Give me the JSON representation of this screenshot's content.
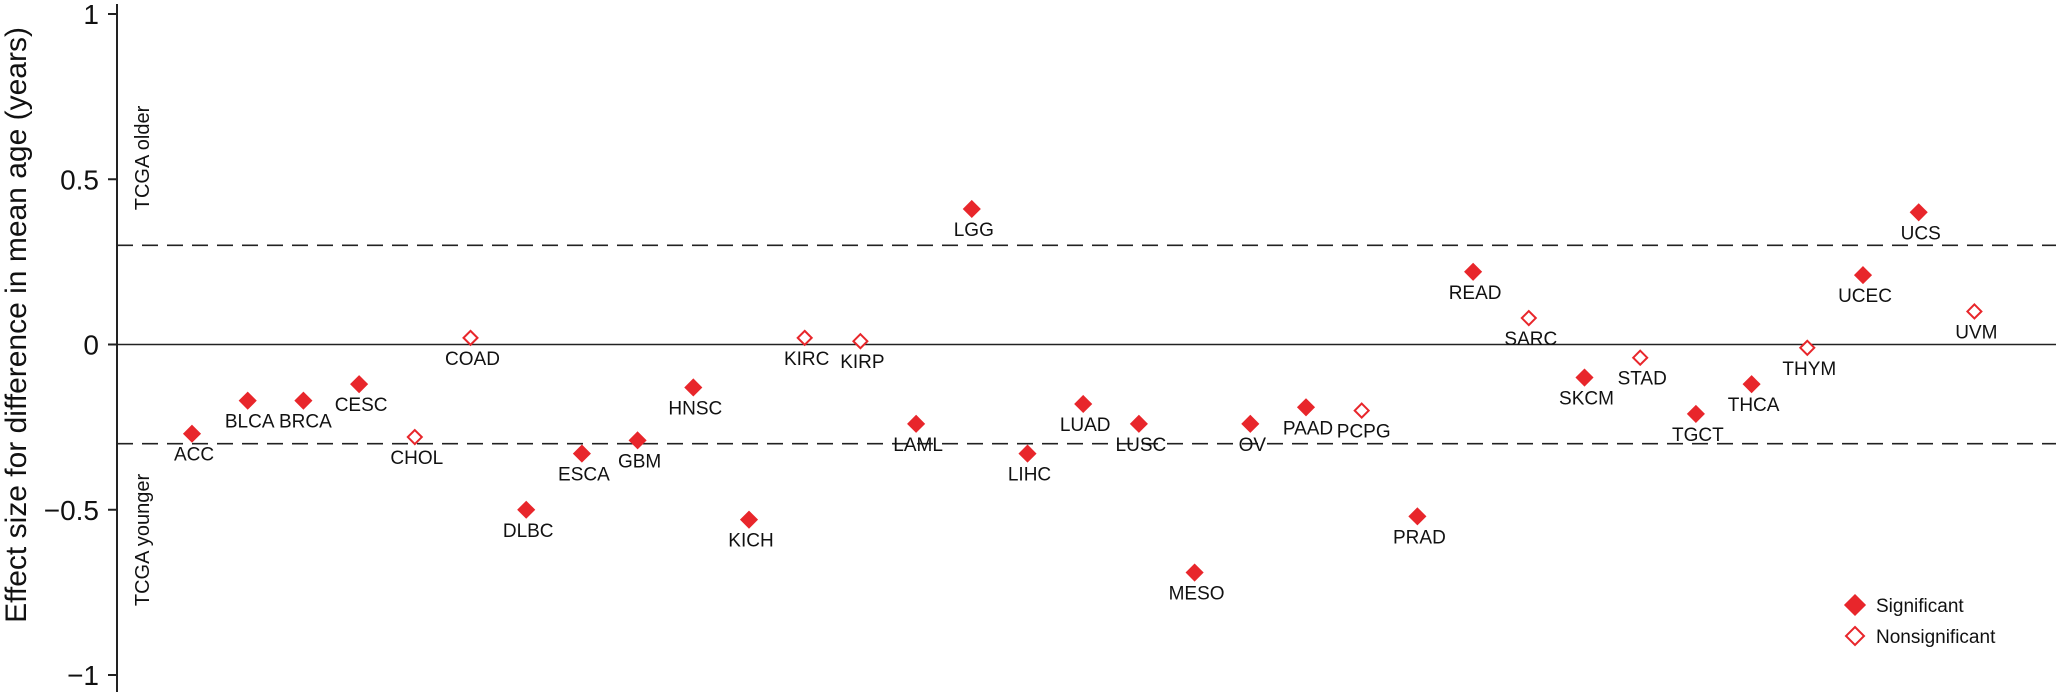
{
  "chart_data": {
    "type": "scatter",
    "title": "",
    "ylabel": "Effect size for difference in mean age (years)",
    "ylim": [
      -1,
      1
    ],
    "yticks": [
      1,
      0.5,
      0,
      -0.5,
      -1
    ],
    "ytick_labels": [
      "1",
      "0.5",
      "0",
      "−0.5",
      "−1"
    ],
    "threshold_lines": [
      0.3,
      -0.3
    ],
    "zero_line": 0,
    "region_labels": {
      "upper": "TCGA older",
      "lower": "TCGA younger"
    },
    "legend": {
      "position": "bottom-right",
      "significant": "Significant",
      "nonsignificant": "Nonsignificant"
    },
    "colors": {
      "marker": "#e8262b",
      "axis": "#222222"
    },
    "points": [
      {
        "label": "ACC",
        "value": -0.27,
        "significant": true
      },
      {
        "label": "BLCA",
        "value": -0.17,
        "significant": true
      },
      {
        "label": "BRCA",
        "value": -0.17,
        "significant": true
      },
      {
        "label": "CESC",
        "value": -0.12,
        "significant": true
      },
      {
        "label": "CHOL",
        "value": -0.28,
        "significant": false
      },
      {
        "label": "COAD",
        "value": 0.02,
        "significant": false
      },
      {
        "label": "DLBC",
        "value": -0.5,
        "significant": true
      },
      {
        "label": "ESCA",
        "value": -0.33,
        "significant": true
      },
      {
        "label": "GBM",
        "value": -0.29,
        "significant": true
      },
      {
        "label": "HNSC",
        "value": -0.13,
        "significant": true
      },
      {
        "label": "KICH",
        "value": -0.53,
        "significant": true
      },
      {
        "label": "KIRC",
        "value": 0.02,
        "significant": false
      },
      {
        "label": "KIRP",
        "value": 0.01,
        "significant": false
      },
      {
        "label": "LAML",
        "value": -0.24,
        "significant": true
      },
      {
        "label": "LGG",
        "value": 0.41,
        "significant": true
      },
      {
        "label": "LIHC",
        "value": -0.33,
        "significant": true
      },
      {
        "label": "LUAD",
        "value": -0.18,
        "significant": true
      },
      {
        "label": "LUSC",
        "value": -0.24,
        "significant": true
      },
      {
        "label": "MESO",
        "value": -0.69,
        "significant": true
      },
      {
        "label": "OV",
        "value": -0.24,
        "significant": true
      },
      {
        "label": "PAAD",
        "value": -0.19,
        "significant": true
      },
      {
        "label": "PCPG",
        "value": -0.2,
        "significant": false
      },
      {
        "label": "PRAD",
        "value": -0.52,
        "significant": true
      },
      {
        "label": "READ",
        "value": 0.22,
        "significant": true
      },
      {
        "label": "SARC",
        "value": 0.08,
        "significant": false
      },
      {
        "label": "SKCM",
        "value": -0.1,
        "significant": true
      },
      {
        "label": "STAD",
        "value": -0.04,
        "significant": false
      },
      {
        "label": "TGCT",
        "value": -0.21,
        "significant": true
      },
      {
        "label": "THCA",
        "value": -0.12,
        "significant": true
      },
      {
        "label": "THYM",
        "value": -0.01,
        "significant": false
      },
      {
        "label": "UCEC",
        "value": 0.21,
        "significant": true
      },
      {
        "label": "UCS",
        "value": 0.4,
        "significant": true
      },
      {
        "label": "UVM",
        "value": 0.1,
        "significant": false
      }
    ]
  }
}
